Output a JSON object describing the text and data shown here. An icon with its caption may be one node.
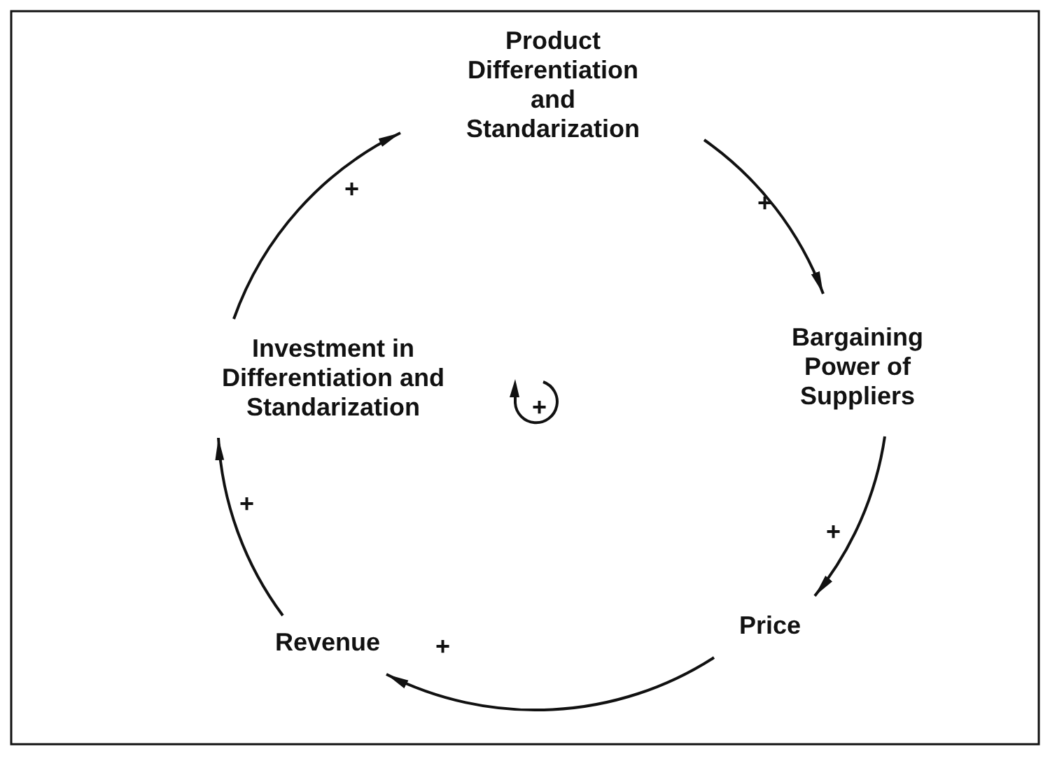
{
  "diagram": {
    "nodes": [
      {
        "text": [
          "Product Differentiation and Standarization"
        ]
      },
      {
        "text": [
          "Bargaining Power of Suppliers"
        ]
      },
      {
        "text": [
          "Price"
        ]
      },
      {
        "text": [
          "Revenue"
        ]
      },
      {
        "text": [
          "Investment in Differentiation and Standarization"
        ]
      }
    ],
    "edges": [
      {
        "from": 0,
        "to": 1,
        "arrow": "to",
        "label": "+"
      },
      {
        "from": 1,
        "to": 2,
        "arrow": "to",
        "label": "+"
      },
      {
        "from": 2,
        "to": 3,
        "arrow": "to",
        "label": "+"
      },
      {
        "from": 3,
        "to": 4,
        "arrow": "to",
        "label": "+"
      },
      {
        "from": 4,
        "to": 0,
        "arrow": "to",
        "label": "+"
      }
    ],
    "labels": [
      "+"
    ]
  }
}
